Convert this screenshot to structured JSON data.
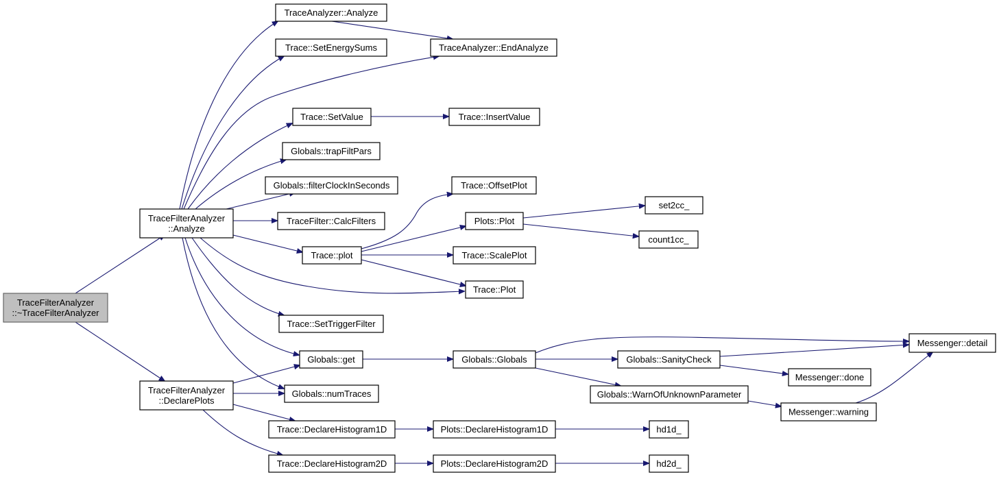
{
  "diagram": {
    "nodes": {
      "root": {
        "lines": [
          "TraceFilterAnalyzer",
          "::~TraceFilterAnalyzer"
        ]
      },
      "tfa_analyze": {
        "lines": [
          "TraceFilterAnalyzer",
          "::Analyze"
        ]
      },
      "tfa_declareplots": {
        "lines": [
          "TraceFilterAnalyzer",
          "::DeclarePlots"
        ]
      },
      "ta_analyze": {
        "lines": [
          "TraceAnalyzer::Analyze"
        ]
      },
      "set_energy_sums": {
        "lines": [
          "Trace::SetEnergySums"
        ]
      },
      "ta_endanalyze": {
        "lines": [
          "TraceAnalyzer::EndAnalyze"
        ]
      },
      "set_value": {
        "lines": [
          "Trace::SetValue"
        ]
      },
      "insert_value": {
        "lines": [
          "Trace::InsertValue"
        ]
      },
      "trap_filt_pars": {
        "lines": [
          "Globals::trapFiltPars"
        ]
      },
      "filter_clock": {
        "lines": [
          "Globals::filterClockInSeconds"
        ]
      },
      "offset_plot": {
        "lines": [
          "Trace::OffsetPlot"
        ]
      },
      "calc_filters": {
        "lines": [
          "TraceFilter::CalcFilters"
        ]
      },
      "plots_plot": {
        "lines": [
          "Plots::Plot"
        ]
      },
      "set2cc": {
        "lines": [
          "set2cc_"
        ]
      },
      "count1cc": {
        "lines": [
          "count1cc_"
        ]
      },
      "trace_plot_lower": {
        "lines": [
          "Trace::plot"
        ]
      },
      "scale_plot": {
        "lines": [
          "Trace::ScalePlot"
        ]
      },
      "trace_plot_upper": {
        "lines": [
          "Trace::Plot"
        ]
      },
      "set_trigger_filter": {
        "lines": [
          "Trace::SetTriggerFilter"
        ]
      },
      "globals_get": {
        "lines": [
          "Globals::get"
        ]
      },
      "globals_globals": {
        "lines": [
          "Globals::Globals"
        ]
      },
      "sanity_check": {
        "lines": [
          "Globals::SanityCheck"
        ]
      },
      "messenger_detail": {
        "lines": [
          "Messenger::detail"
        ]
      },
      "messenger_done": {
        "lines": [
          "Messenger::done"
        ]
      },
      "num_traces": {
        "lines": [
          "Globals::numTraces"
        ]
      },
      "warn_unknown": {
        "lines": [
          "Globals::WarnOfUnknownParameter"
        ]
      },
      "messenger_warning": {
        "lines": [
          "Messenger::warning"
        ]
      },
      "trace_hist1d": {
        "lines": [
          "Trace::DeclareHistogram1D"
        ]
      },
      "plots_hist1d": {
        "lines": [
          "Plots::DeclareHistogram1D"
        ]
      },
      "hd1d": {
        "lines": [
          "hd1d_"
        ]
      },
      "trace_hist2d": {
        "lines": [
          "Trace::DeclareHistogram2D"
        ]
      },
      "plots_hist2d": {
        "lines": [
          "Plots::DeclareHistogram2D"
        ]
      },
      "hd2d": {
        "lines": [
          "hd2d_"
        ]
      }
    },
    "edges": [
      [
        "root",
        "tfa_analyze"
      ],
      [
        "root",
        "tfa_declareplots"
      ],
      [
        "tfa_analyze",
        "ta_analyze"
      ],
      [
        "tfa_analyze",
        "set_energy_sums"
      ],
      [
        "tfa_analyze",
        "ta_endanalyze"
      ],
      [
        "tfa_analyze",
        "set_value"
      ],
      [
        "tfa_analyze",
        "trap_filt_pars"
      ],
      [
        "tfa_analyze",
        "filter_clock"
      ],
      [
        "tfa_analyze",
        "calc_filters"
      ],
      [
        "tfa_analyze",
        "trace_plot_lower"
      ],
      [
        "tfa_analyze",
        "trace_plot_upper"
      ],
      [
        "tfa_analyze",
        "set_trigger_filter"
      ],
      [
        "tfa_analyze",
        "globals_get"
      ],
      [
        "tfa_analyze",
        "num_traces"
      ],
      [
        "ta_analyze",
        "ta_endanalyze"
      ],
      [
        "set_value",
        "insert_value"
      ],
      [
        "trace_plot_lower",
        "offset_plot"
      ],
      [
        "trace_plot_lower",
        "plots_plot"
      ],
      [
        "trace_plot_lower",
        "scale_plot"
      ],
      [
        "trace_plot_lower",
        "trace_plot_upper"
      ],
      [
        "plots_plot",
        "set2cc"
      ],
      [
        "plots_plot",
        "count1cc"
      ],
      [
        "tfa_declareplots",
        "globals_get"
      ],
      [
        "tfa_declareplots",
        "num_traces"
      ],
      [
        "tfa_declareplots",
        "trace_hist1d"
      ],
      [
        "tfa_declareplots",
        "trace_hist2d"
      ],
      [
        "globals_get",
        "globals_globals"
      ],
      [
        "globals_globals",
        "messenger_detail"
      ],
      [
        "globals_globals",
        "sanity_check"
      ],
      [
        "globals_globals",
        "warn_unknown"
      ],
      [
        "sanity_check",
        "messenger_detail"
      ],
      [
        "sanity_check",
        "messenger_done"
      ],
      [
        "warn_unknown",
        "messenger_warning"
      ],
      [
        "messenger_warning",
        "messenger_detail"
      ],
      [
        "trace_hist1d",
        "plots_hist1d"
      ],
      [
        "plots_hist1d",
        "hd1d"
      ],
      [
        "trace_hist2d",
        "plots_hist2d"
      ],
      [
        "plots_hist2d",
        "hd2d"
      ]
    ]
  }
}
